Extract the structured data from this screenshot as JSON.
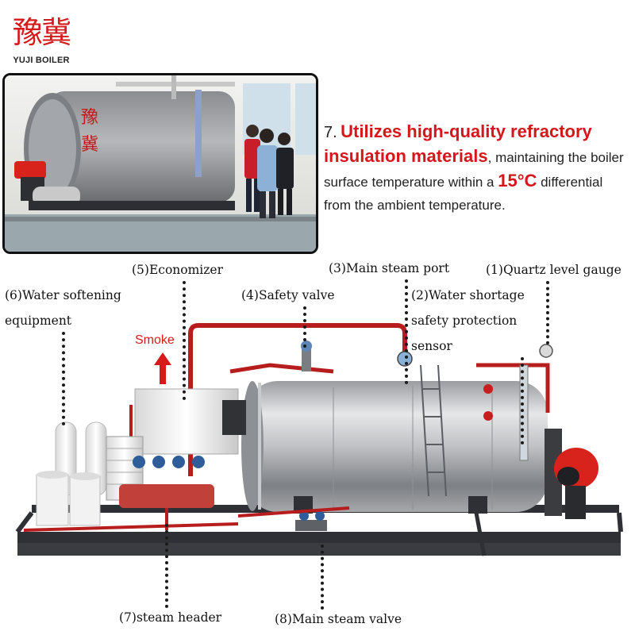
{
  "brand": {
    "logo_name": "YUJI BOILER",
    "seal_chars": "豫冀",
    "seal_color": "#d61a1a"
  },
  "photo": {
    "boiler_chars_left": "豫",
    "boiler_chars_right": "冀"
  },
  "feature": {
    "number": "7.",
    "highlight": "Utilizes high-quality refractory insulation materials",
    "text_a": ", maintaining the boiler surface temperature within a ",
    "temp": "15°C",
    "text_b": " differential from the ambient temperature.",
    "highlight_color": "#d6161a"
  },
  "labels": {
    "economizer": "(5)Economizer",
    "main_steam_port": "(3)Main steam port",
    "quartz_level": "(1)Quartz level gauge",
    "water_softening_1": "(6)Water softening",
    "water_softening_2": "equipment",
    "safety_valve": "(4)Safety valve",
    "water_shortage_1": "(2)Water shortage",
    "water_shortage_2": "safety protection",
    "water_shortage_3": "sensor",
    "smoke": "Smoke",
    "steam_header": "(7)steam header",
    "main_steam_valve": "(8)Main steam valve"
  }
}
